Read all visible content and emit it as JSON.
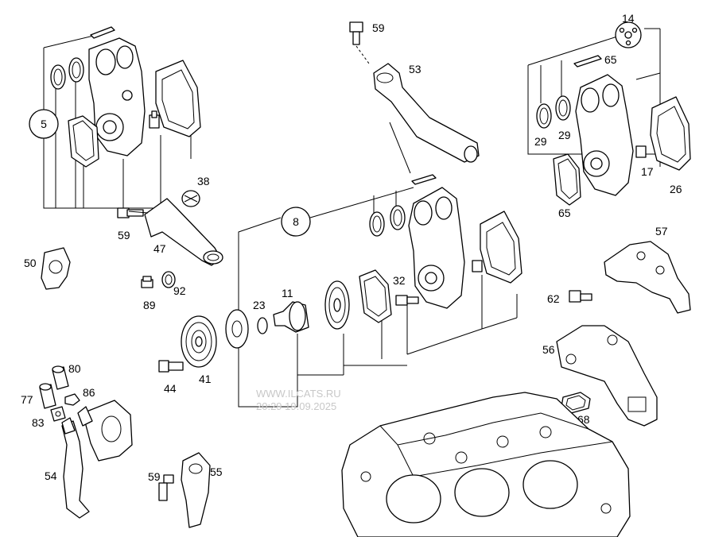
{
  "watermark": {
    "site": "WWW.ILCATS.RU",
    "datetime": "20:29 19.09.2025",
    "color": "#c8c8c8"
  },
  "callouts": {
    "c5": "5",
    "c8": "8",
    "c14": "14",
    "c11": "11",
    "c17": "17",
    "c23": "23",
    "c26": "26",
    "c29a": "29",
    "c29b": "29",
    "c32": "32",
    "c38": "38",
    "c41": "41",
    "c44": "44",
    "c47": "47",
    "c50": "50",
    "c53": "53",
    "c54": "54",
    "c55": "55",
    "c56": "56",
    "c57": "57",
    "c59a": "59",
    "c59b": "59",
    "c59c": "59",
    "c62": "62",
    "c65a": "65",
    "c65b": "65",
    "c68": "68",
    "c77": "77",
    "c80": "80",
    "c83": "83",
    "c86": "86",
    "c89": "89",
    "c92": "92"
  }
}
